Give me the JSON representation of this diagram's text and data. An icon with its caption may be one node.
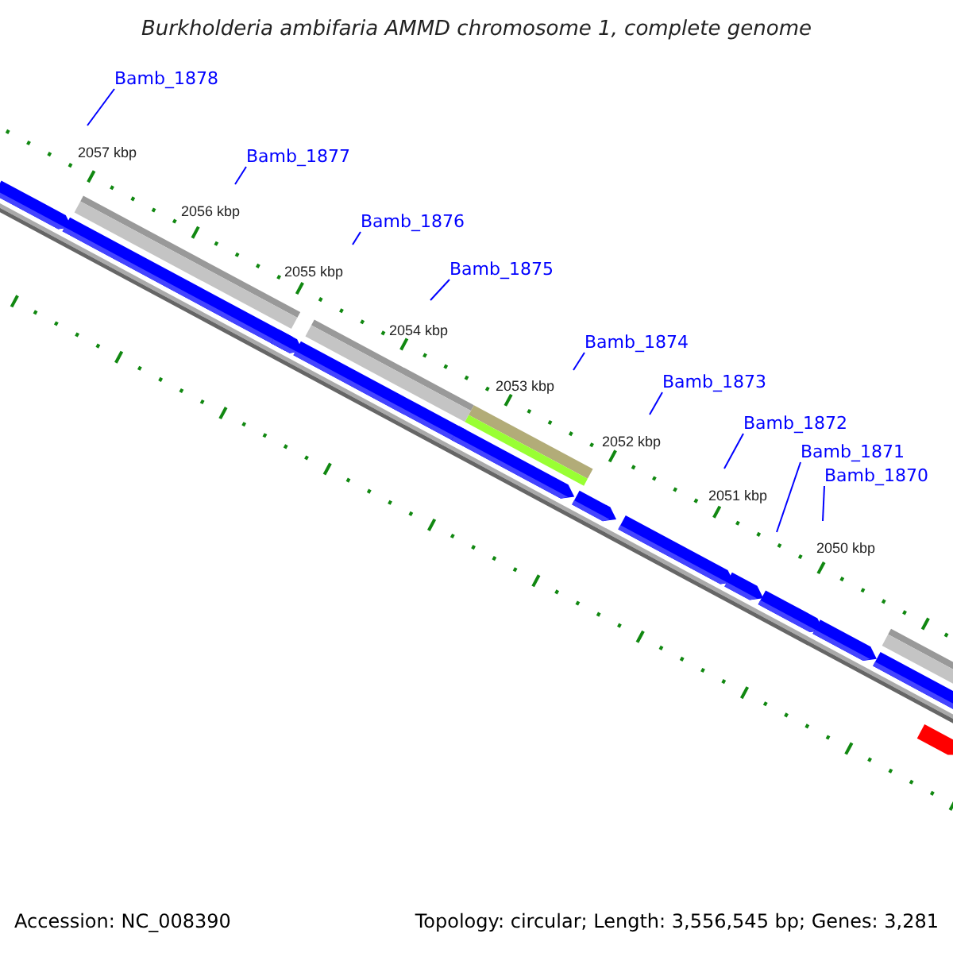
{
  "diagram": {
    "title": "Burkholderia ambifaria AMMD chromosome 1, complete genome",
    "nodes": [
      {
        "text": [
          "Bamb_1878"
        ]
      },
      {
        "text": [
          "Bamb_1877"
        ]
      },
      {
        "text": [
          "Bamb_1876"
        ]
      },
      {
        "text": [
          "Bamb_1875"
        ]
      },
      {
        "text": [
          "Bamb_1874"
        ]
      },
      {
        "text": [
          "Bamb_1873"
        ]
      },
      {
        "text": [
          "Bamb_1872"
        ]
      },
      {
        "text": [
          "Bamb_1871"
        ]
      },
      {
        "text": [
          "Bamb_1870"
        ]
      }
    ],
    "edges": [
      {
        "from": 0,
        "to": null,
        "arrow": "none"
      },
      {
        "from": 1,
        "to": null,
        "arrow": "none"
      },
      {
        "from": 2,
        "to": null,
        "arrow": "none"
      },
      {
        "from": 3,
        "to": null,
        "arrow": "none"
      },
      {
        "from": 4,
        "to": null,
        "arrow": "none"
      },
      {
        "from": 5,
        "to": null,
        "arrow": "none"
      },
      {
        "from": 6,
        "to": null,
        "arrow": "none"
      },
      {
        "from": 7,
        "to": null,
        "arrow": "none"
      },
      {
        "from": 8,
        "to": null,
        "arrow": "none"
      }
    ],
    "labels": [
      "2057 kbp",
      "2056 kbp",
      "2055 kbp",
      "2054 kbp",
      "2053 kbp",
      "2052 kbp",
      "2051 kbp",
      "2050 kbp",
      "Accession: NC_008390",
      "Topology: circular; Length: 3,556,545 bp; Genes: 3,281"
    ]
  }
}
